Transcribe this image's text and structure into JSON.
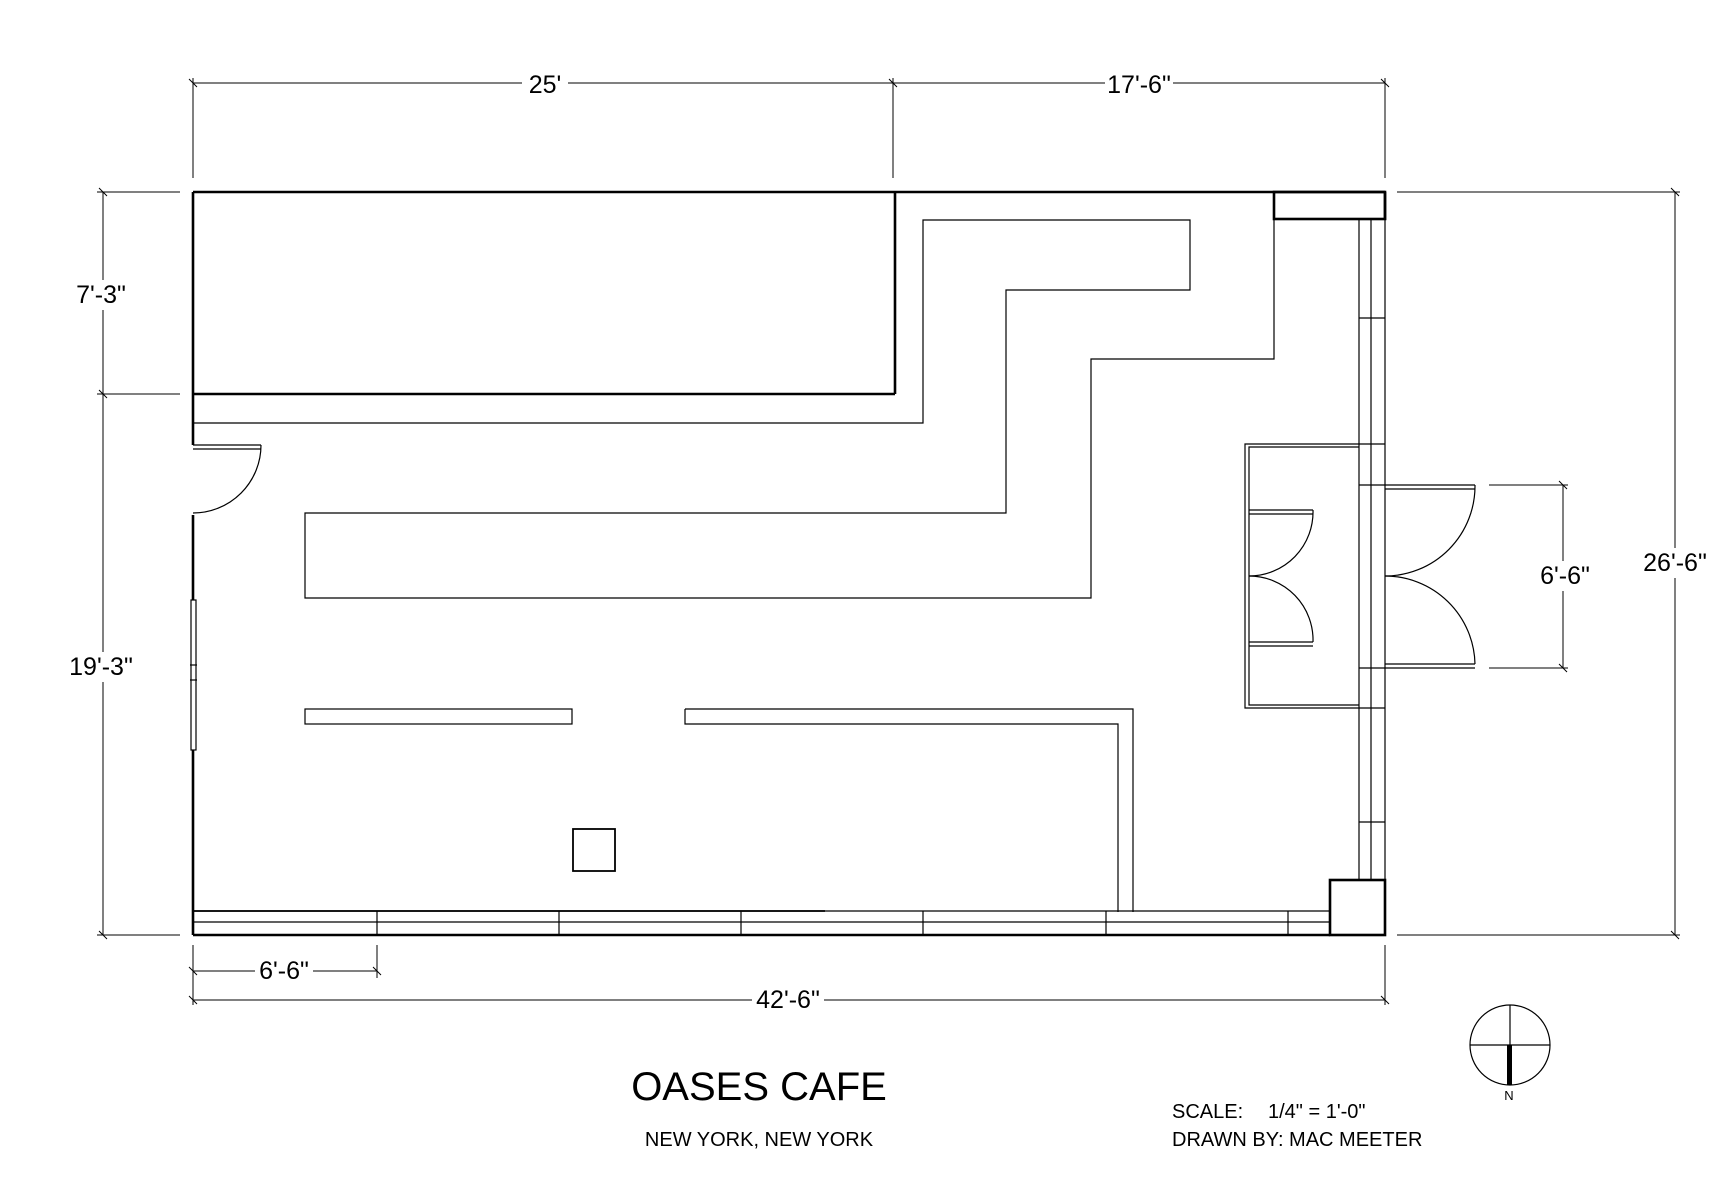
{
  "plan": {
    "title": "OASES CAFE",
    "location": "NEW YORK, NEW YORK",
    "scale_label": "SCALE:",
    "scale_value": "1/4\" = 1'-0\"",
    "drawn_by": "DRAWN BY: MAC MEETER",
    "north_label": "N"
  },
  "dimensions": {
    "top_left": "25'",
    "top_right": "17'-6\"",
    "left_upper": "7'-3\"",
    "left_lower": "19'-3\"",
    "right_overall": "26'-6\"",
    "right_door": "6'-6\"",
    "bottom_module": "6'-6\"",
    "bottom_overall": "42'-6\""
  },
  "colors": {
    "line": "#000000",
    "background": "#ffffff"
  }
}
